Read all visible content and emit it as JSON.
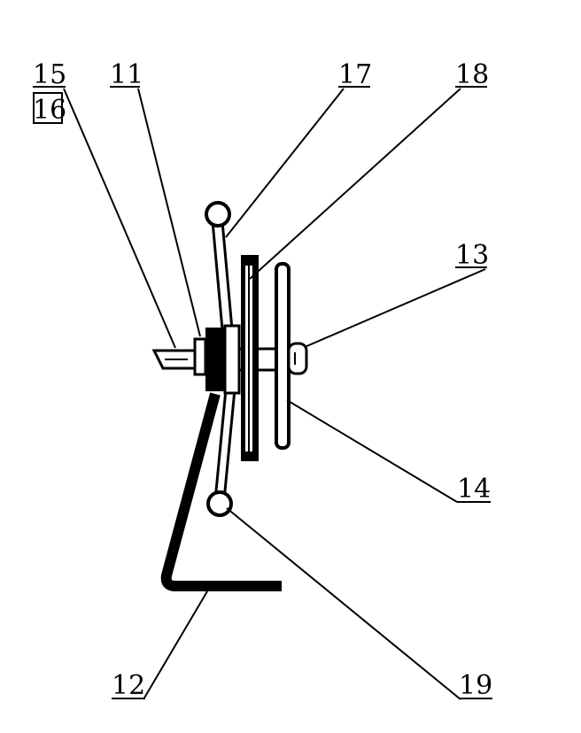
{
  "labels": {
    "l15": "15",
    "l16": "16",
    "l11": "11",
    "l17": "17",
    "l18": "18",
    "l13": "13",
    "l14": "14",
    "l12": "12",
    "l19": "19"
  },
  "colors": {
    "ink": "#000000",
    "paper": "#ffffff"
  }
}
